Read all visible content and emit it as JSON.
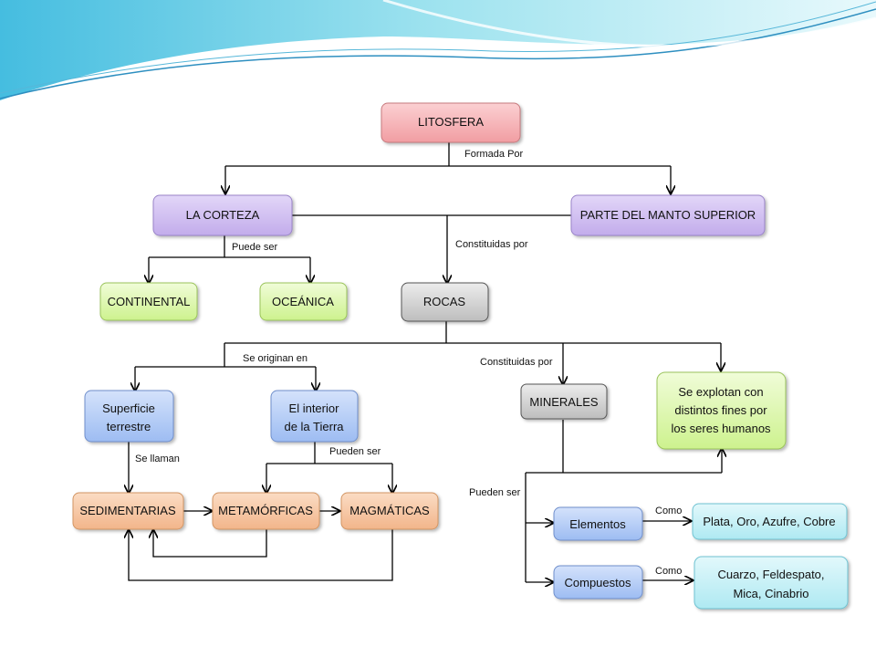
{
  "nodes": {
    "litosfera": "LITOSFERA",
    "corteza": "LA CORTEZA",
    "manto": "PARTE DEL MANTO SUPERIOR",
    "continental": "CONTINENTAL",
    "oceanica": "OCEÁNICA",
    "rocas": "ROCAS",
    "superficie": [
      "Superficie",
      "terrestre"
    ],
    "interior": [
      "El interior",
      "de la Tierra"
    ],
    "minerales": "MINERALES",
    "explotan": [
      "Se explotan con",
      "distintos fines por",
      "los seres humanos"
    ],
    "sedimentarias": "SEDIMENTARIAS",
    "metamorficas": "METAMÓRFICAS",
    "magmaticas": "MAGMÁTICAS",
    "elementos": "Elementos",
    "compuestos": "Compuestos",
    "plata": "Plata, Oro, Azufre, Cobre",
    "cuarzo": [
      "Cuarzo, Feldespato,",
      "Mica, Cinabrio"
    ]
  },
  "labels": {
    "formada_por": "Formada Por",
    "puede_ser": "Puede ser",
    "constituidas_por_1": "Constituidas por",
    "se_originan_en": "Se originan en",
    "constituidas_por_2": "Constituidas por",
    "se_llaman": "Se llaman",
    "pueden_ser_1": "Pueden ser",
    "pueden_ser_2": "Pueden ser",
    "como_1": "Como",
    "como_2": "Como"
  },
  "colors": {
    "red": "#f6a6aa",
    "purple": "#c9b6ee",
    "green": "#d9f7a6",
    "gray": "#cccccc",
    "blue": "#a9c4f4",
    "orange": "#f6c39c",
    "cyan": "#bdeff6"
  }
}
